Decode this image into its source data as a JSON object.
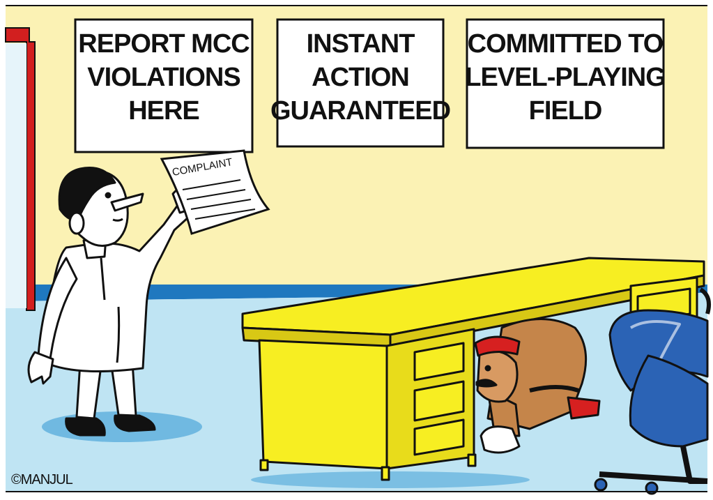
{
  "colors": {
    "wall": "#fbf2b4",
    "floor": "#bfe4f3",
    "wainscot": "#1f78bf",
    "door_frame": "#d21f1f",
    "desk": "#f7ee22",
    "desk_shadow": "#d8c815",
    "uniform": "#c5854a",
    "beret": "#d62020",
    "chair": "#2b63b5",
    "puddle": "#4fa6d8"
  },
  "signs": [
    {
      "lines": [
        "REPORT MCC",
        "VIOLATIONS",
        "HERE"
      ]
    },
    {
      "lines": [
        "INSTANT",
        "ACTION",
        "GUARANTEED"
      ]
    },
    {
      "lines": [
        "COMMITTED TO",
        "LEVEL-PLAYING",
        "FIELD"
      ]
    }
  ],
  "complaint": {
    "heading": "COMPLAINT"
  },
  "signature": "©MANJUL"
}
